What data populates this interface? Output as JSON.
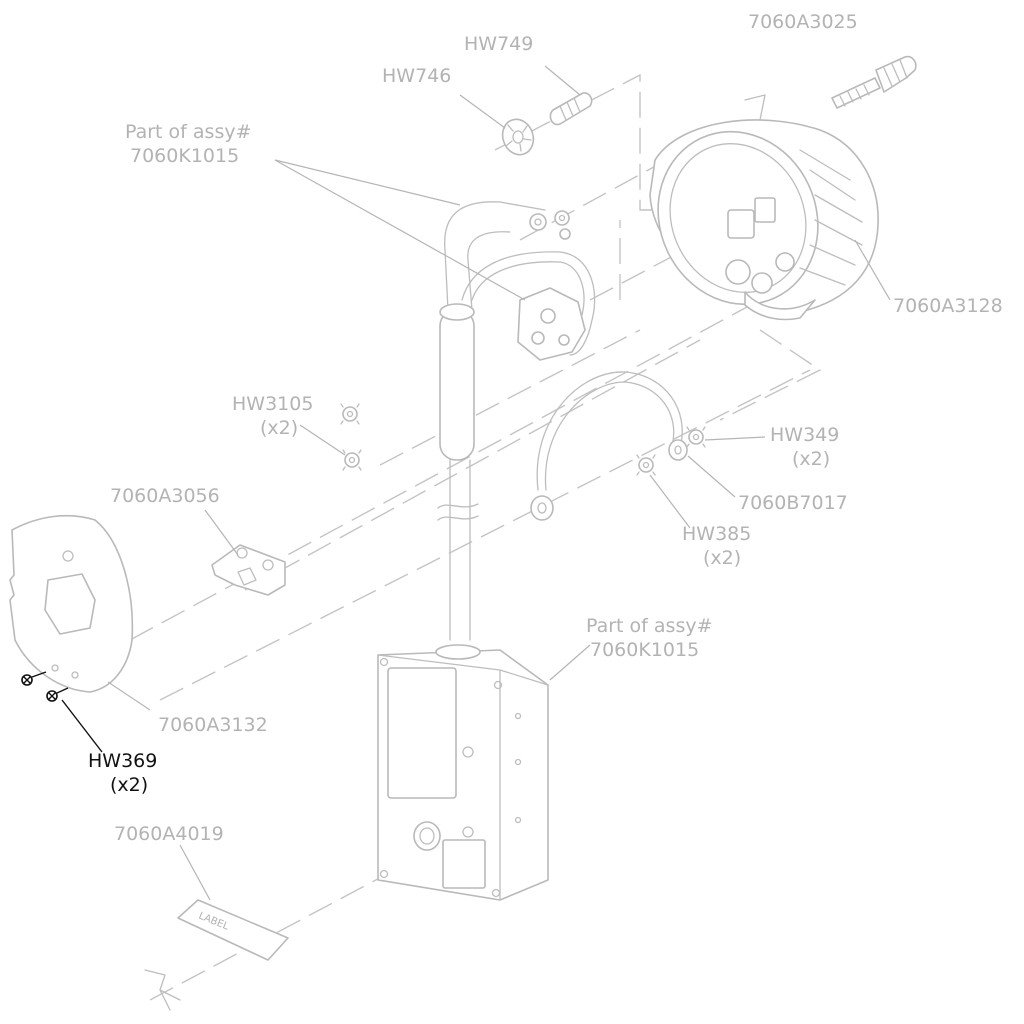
{
  "labels": {
    "hw749": "HW749",
    "hw746": "HW746",
    "part_assy_top_line1": "Part of assy#",
    "part_assy_top_line2": "7060K1015",
    "a3025": "7060A3025",
    "a3128": "7060A3128",
    "hw3105_line1": "HW3105",
    "hw3105_line2": "(x2)",
    "hw349_line1": "HW349",
    "hw349_line2": "(x2)",
    "b7017": "7060B7017",
    "hw385_line1": "HW385",
    "hw385_line2": "(x2)",
    "a3056": "7060A3056",
    "part_assy_box_line1": "Part of assy#",
    "part_assy_box_line2": "7060K1015",
    "a3132": "7060A3132",
    "hw369_line1": "HW369",
    "hw369_line2": "(x2)",
    "a4019": "7060A4019",
    "label_sticker_text": "LABEL"
  },
  "colors": {
    "drawing_gray": "#b9b9b9",
    "highlight_black": "#111111",
    "background": "#ffffff"
  }
}
